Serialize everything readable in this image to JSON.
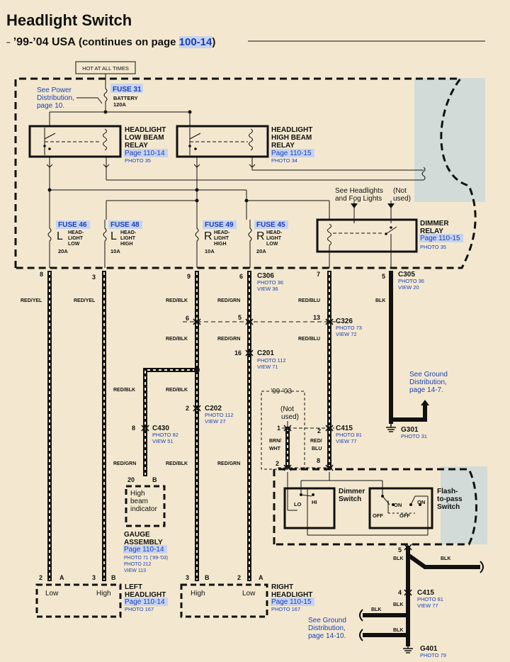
{
  "header": {
    "title": "Headlight Switch",
    "subtitle_prefix": "’99-’04 USA",
    "subtitle_mid": "(continues on page",
    "subtitle_link": "100-14",
    "subtitle_suffix": ")"
  },
  "hot_at_all_times": "HOT AT ALL TIMES",
  "power_note": {
    "l1": "See Power",
    "l2": "Distribution,",
    "l3": "page",
    "link": "10."
  },
  "battery": {
    "fuse": "FUSE 31",
    "label": "BATTERY",
    "amps": "120A"
  },
  "low_relay": {
    "l1": "HEADLIGHT",
    "l2": "LOW BEAM",
    "l3": "RELAY",
    "page": "Page 110-14",
    "photo": "PHOTO 35"
  },
  "high_relay": {
    "l1": "HEADLIGHT",
    "l2": "HIGH BEAM",
    "l3": "RELAY",
    "page": "Page 110-15",
    "photo": "PHOTO 34"
  },
  "fog_note": {
    "l1": "See Headlights",
    "l2": "and Fog Lights"
  },
  "not_used": {
    "l1": "(Not",
    "l2": "used)"
  },
  "fuses": [
    {
      "name": "FUSE 46",
      "side": "L",
      "l1": "HEAD-",
      "l2": "LIGHT",
      "l3": "LOW",
      "amps": "20A"
    },
    {
      "name": "FUSE 48",
      "side": "L",
      "l1": "HEAD-",
      "l2": "LIGHT",
      "l3": "HIGH",
      "amps": "10A"
    },
    {
      "name": "FUSE 49",
      "side": "R",
      "l1": "HEAD-",
      "l2": "LIGHT",
      "l3": "HIGH",
      "amps": "10A"
    },
    {
      "name": "FUSE 45",
      "side": "R",
      "l1": "HEAD-",
      "l2": "LIGHT",
      "l3": "LOW",
      "amps": "20A"
    }
  ],
  "dimmer_relay": {
    "l1": "DIMMER",
    "l2": "RELAY",
    "page": "Page 110-15",
    "photo": "PHOTO 35"
  },
  "pins_top": [
    "8",
    "3",
    "9",
    "6",
    "7",
    "5"
  ],
  "c306": {
    "name": "C306",
    "photo": "PHOTO 36",
    "view": "VIEW 36"
  },
  "c305": {
    "name": "C305",
    "photo": "PHOTO 36",
    "view": "VIEW 20"
  },
  "wires": {
    "red_yel": "RED/YEL",
    "red_blk": "RED/BLK",
    "red_grn": "RED/GRN",
    "red_blu": "RED/BLU",
    "blk": "BLK",
    "brn_wht_1": "BRN/",
    "brn_wht_2": "WHT",
    "red_blu_1": "RED/",
    "red_blu_2": "BLU"
  },
  "c326": {
    "name": "C326",
    "pin_a": "6",
    "pin_b": "5",
    "pin_c": "13",
    "photo": "PHOTO 73",
    "view": "VIEW 72"
  },
  "c201": {
    "name": "C201",
    "pin": "16",
    "photo": "PHOTO 112",
    "view": "VIEW 71"
  },
  "ground_note_1": {
    "l1": "See Ground",
    "l2": "Distribution,",
    "l3": "page 14-7."
  },
  "c202": {
    "name": "C202",
    "pin": "2",
    "photo": "PHOTO 112",
    "view": "VIEW 27"
  },
  "c430": {
    "name": "C430",
    "pin": "8",
    "photo": "PHOTO 82",
    "view": "VIEW 51"
  },
  "year_range": "’99-’03",
  "c415": {
    "name": "C415",
    "pin1": "1",
    "pin2": "2",
    "pin3": "2",
    "pin4": "8",
    "photo": "PHOTO 81",
    "view": "VIEW 77"
  },
  "g301": {
    "name": "G301",
    "photo": "PHOTO 31"
  },
  "gauge": {
    "pin": "20",
    "pin_letter": "B",
    "ind1": "High",
    "ind2": "beam",
    "ind3": "indicator",
    "l1": "GAUGE",
    "l2": "ASSEMBLY",
    "page": "Page 110-14",
    "photo1": "PHOTO 71 (’99-’03)",
    "photo2": "PHOTO 212",
    "view": "VIEW 113"
  },
  "dimmer_switch": {
    "l1": "Dimmer",
    "l2": "Switch",
    "lo": "LO",
    "hi": "HI"
  },
  "pass_switch": {
    "l1": "Flash-",
    "l2": "to-pass",
    "l3": "Switch",
    "on1": "ON",
    "on2": "ON",
    "off1": "OFF",
    "off2": "OFF"
  },
  "left_headlight": {
    "pins": [
      "2",
      "A",
      "3",
      "B"
    ],
    "low": "Low",
    "high": "High",
    "l1": "LEFT",
    "l2": "HEADLIGHT",
    "page": "Page 110-14",
    "photo": "PHOTO 167"
  },
  "right_headlight": {
    "pins": [
      "3",
      "B",
      "2",
      "A"
    ],
    "high": "High",
    "low": "Low",
    "l1": "RIGHT",
    "l2": "HEADLIGHT",
    "page": "Page 110-15",
    "photo": "PHOTO 167"
  },
  "c415b": {
    "pin_top": "5",
    "name": "C415",
    "pin": "4",
    "photo": "PHOTO 81",
    "view": "VIEW 77"
  },
  "ground_note_2": {
    "l1": "See Ground",
    "l2": "Distribution,",
    "l3": "page 14-10."
  },
  "g401": {
    "name": "G401",
    "photo": "PHOTO 79"
  }
}
